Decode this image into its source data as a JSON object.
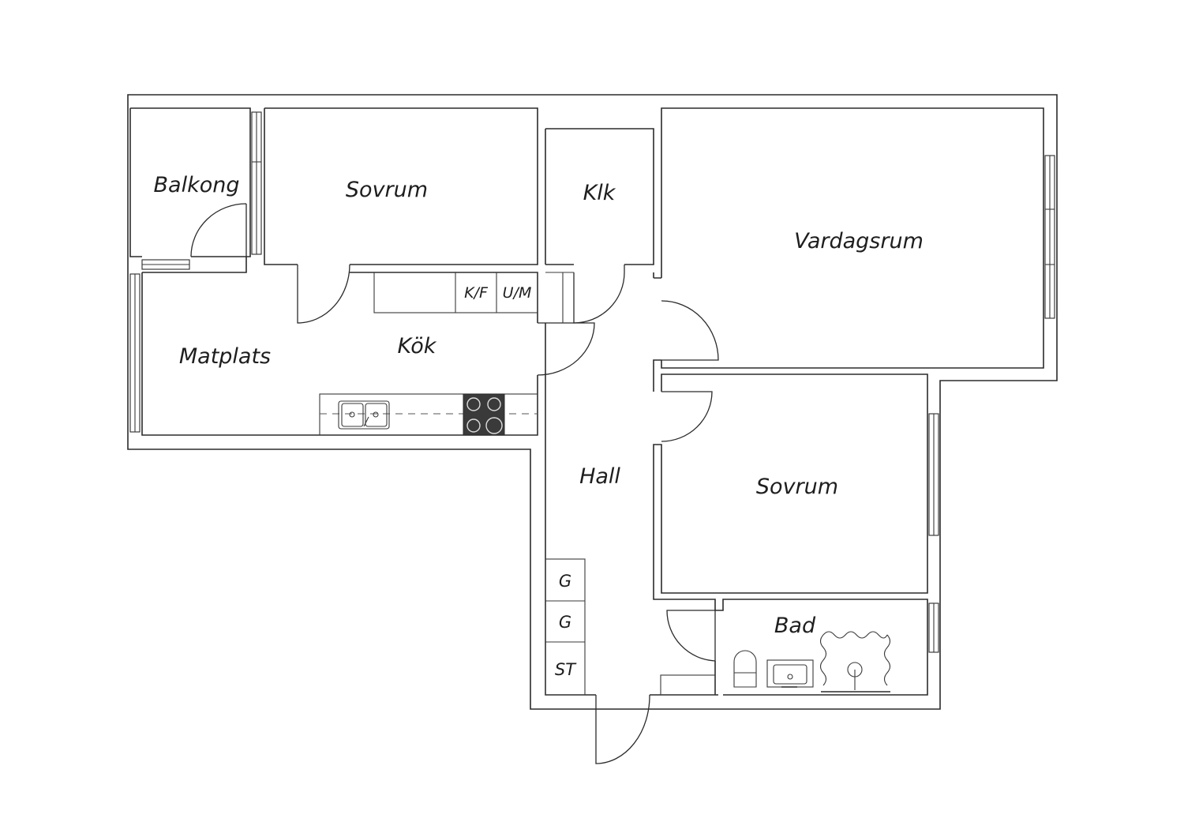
{
  "rooms": {
    "balkong": "Balkong",
    "sovrum_1": "Sovrum",
    "klk": "Klk",
    "vardagsrum": "Vardagsrum",
    "matplats": "Matplats",
    "kok": "Kök",
    "hall": "Hall",
    "sovrum_2": "Sovrum",
    "bad": "Bad"
  },
  "fixtures": {
    "kf": "K/F",
    "um": "U/M",
    "g1": "G",
    "g2": "G",
    "st": "ST"
  },
  "colors": {
    "wall": "#2b2b2b",
    "stove": "#3a3a3a",
    "background": "#ffffff"
  }
}
